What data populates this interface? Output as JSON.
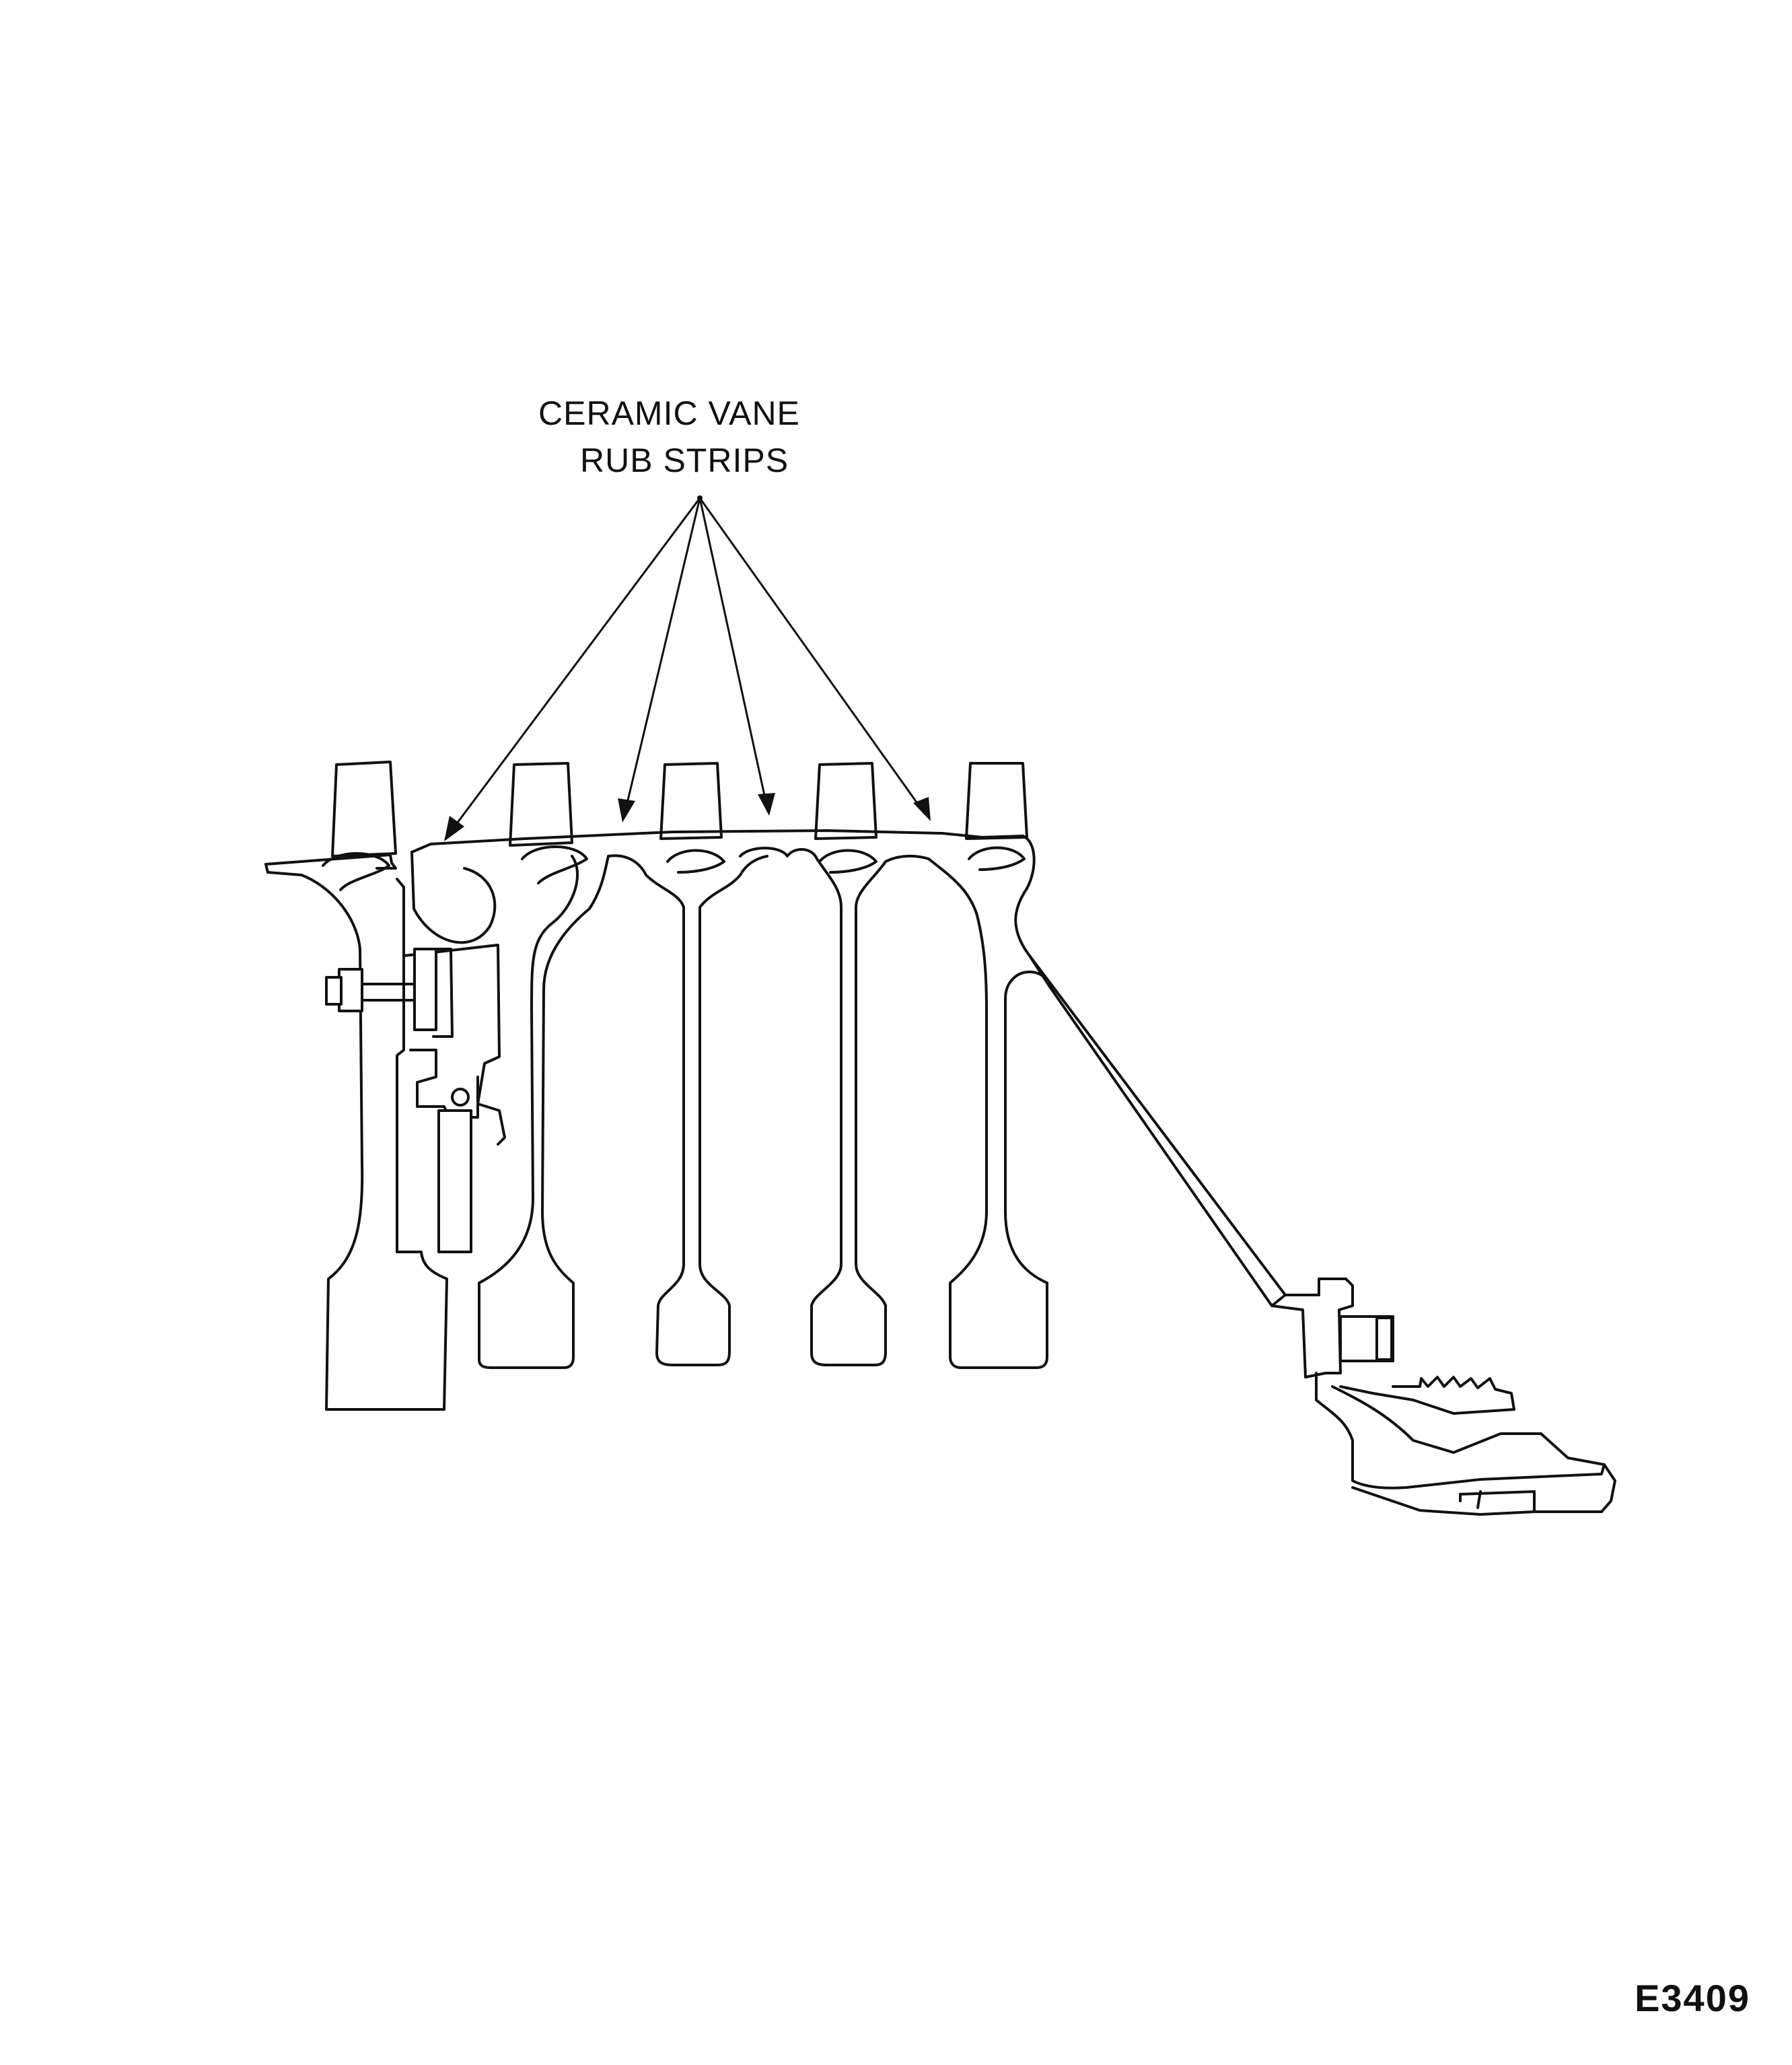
{
  "diagram": {
    "callout_line1": "CERAMIC VANE",
    "callout_line2": "RUB STRIPS",
    "figure_id": "E3409",
    "stroke_color": "#111111",
    "background_color": "#ffffff"
  }
}
